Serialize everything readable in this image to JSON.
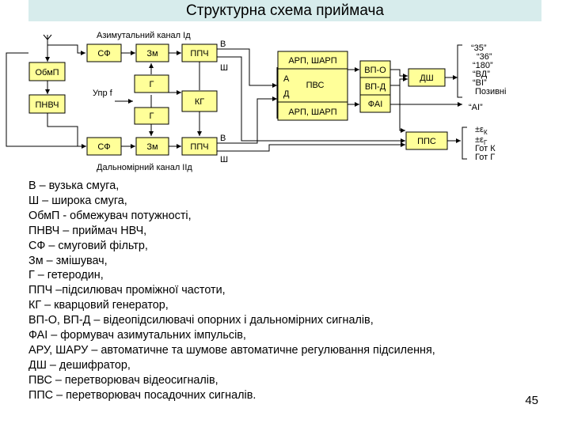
{
  "title": "Структурна схема приймача",
  "diagram": {
    "labels": {
      "azimuth_channel": "Азимутальний канал Iд",
      "range_channel": "Дальномірний канал IIд",
      "control": "Упр f",
      "v_top": "В",
      "sh_top": "Ш",
      "v_bottom": "В",
      "sh_bottom": "Ш",
      "a": "А",
      "d": "Д",
      "pvs": "ПВС"
    },
    "blocks": {
      "obmp": "ОбмП",
      "pnvch": "ПНВЧ",
      "sf_top": "СФ",
      "zm_top": "Зм",
      "ppch_top": "ППЧ",
      "g_top": "Г",
      "kg": "КГ",
      "g_bottom": "Г",
      "sf_bottom": "СФ",
      "zm_bottom": "Зм",
      "ppch_bottom": "ППЧ",
      "aru_top": "АРП, ШАРП",
      "aru_bottom": "АРП, ШАРП",
      "vp_o": "ВП-О",
      "vp_d": "ВП-Д",
      "fai": "ФАІ",
      "dsh": "ДШ",
      "pps": "ППС"
    },
    "outputs_dsh": [
      "“35”",
      "“36”",
      "“180”",
      "“ВД”",
      "“ВІ”",
      "Позивні"
    ],
    "output_ai": "“АІ”",
    "outputs_pps": {
      "k_sign": "±ε",
      "k_sub": "К",
      "g_sign": "±ε",
      "g_sub": "Г",
      "got_k": "Гот К",
      "got_g": "Гот Г"
    }
  },
  "legend": [
    "В – вузька смуга,",
    "Ш – широка смуга,",
    "ОбмП - обмежувач потужності,",
    "ПНВЧ – приймач НВЧ,",
    "СФ – смуговий фільтр,",
    "Зм – змішувач,",
    "Г – гетеродин,",
    "ППЧ –підсилювач проміжної частоти,",
    "КГ – кварцовий генератор,",
    "ВП-О, ВП-Д – відеопідсилювачі опорних і дальномірних сигналів,",
    "ФАІ – формувач азимутальних імпульсів,",
    "АРУ, ШАРУ – автоматичне та шумове автоматичне регулювання підсилення,",
    "ДШ – дешифратор,",
    "ПВС – перетворювач відеосигналів,",
    "ППС – перетворювач посадочних сигналів."
  ],
  "page_number": "45"
}
